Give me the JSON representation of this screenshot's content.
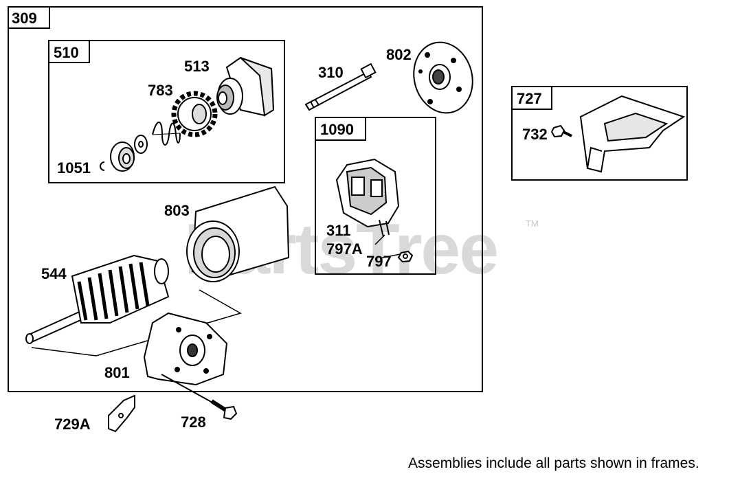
{
  "frames": {
    "f309": "309",
    "f510": "510",
    "f1090": "1090",
    "f727": "727"
  },
  "parts": {
    "p513": "513",
    "p783": "783",
    "p1051": "1051",
    "p310": "310",
    "p802": "802",
    "p311": "311",
    "p797A": "797A",
    "p797": "797",
    "p803": "803",
    "p544": "544",
    "p801": "801",
    "p729A": "729A",
    "p728": "728",
    "p732": "732"
  },
  "watermark": {
    "text": "PartsTree",
    "tm": "TM"
  },
  "note": "Assemblies include all parts shown in frames."
}
